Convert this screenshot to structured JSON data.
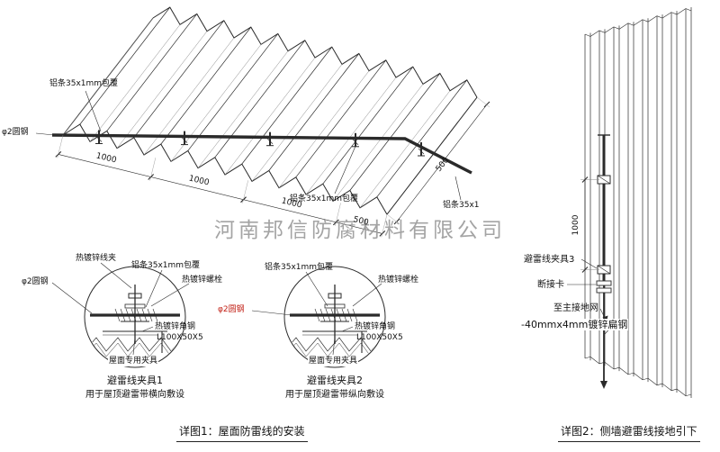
{
  "company_watermark": "河南邦信防腐材料有限公司",
  "figure1": {
    "caption": "详图1：屋面防雷线的安装",
    "roof": {
      "strip_label_top": "铝条35x1mm包覆",
      "rod_label": "φ2圆钢",
      "strip_label_bottom": "铝条35x1mm包覆",
      "strip_label_right": "铝条35x1",
      "dims_bottom": [
        "1000",
        "1000",
        "1000",
        "500"
      ],
      "dim_right": "500"
    },
    "detail1": {
      "title": "避雷线夹具1",
      "subtitle": "用于屋顶避雷带横向敷设",
      "labels": {
        "wire_clamp": "热镀锌线夹",
        "strip": "铝条35x1mm包覆",
        "bolt": "热镀锌螺栓",
        "rod": "φ2圆钢",
        "angle": "热镀锌角钢",
        "angle_spec": "L100X50X5",
        "roof_clamp": "屋面专用夹具"
      }
    },
    "detail2": {
      "title": "避雷线夹具2",
      "subtitle": "用于屋顶避雷带纵向敷设",
      "labels": {
        "strip": "铝条35x1mm包覆",
        "bolt": "热镀锌螺栓",
        "rod": "φ2圆钢",
        "angle": "热镀锌角钢",
        "angle_spec": "L100X50X5",
        "roof_clamp": "屋面专用夹具"
      }
    }
  },
  "figure2": {
    "caption": "详图2：侧墙避雷线接地引下",
    "dim_vertical": "1000",
    "labels": {
      "clamp3": "避雷线夹具3",
      "disconnect": "断接卡",
      "to_ground": "至主接地网",
      "flat_steel": "-40mmx4mm镀锌扁钢"
    }
  },
  "colors": {
    "line": "#2a2a2a",
    "highlight_red": "#c22016",
    "watermark_gray": "#9b9b9b"
  }
}
